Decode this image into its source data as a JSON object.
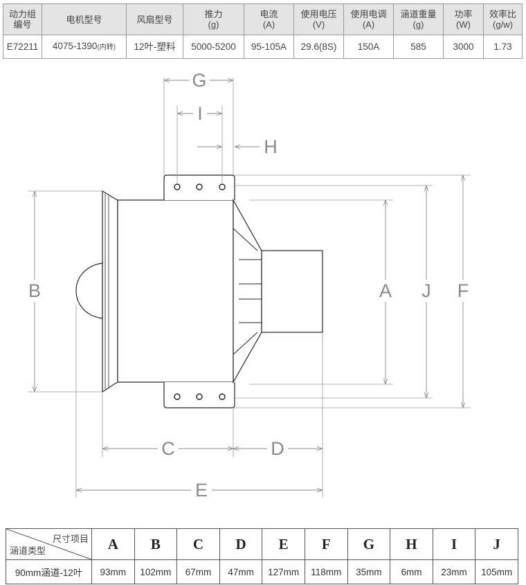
{
  "spec_table": {
    "headers": [
      {
        "line1": "动力组",
        "line2": "编号"
      },
      {
        "line1": "电机型号",
        "line2": ""
      },
      {
        "line1": "风扇型号",
        "line2": ""
      },
      {
        "line1": "推力",
        "line2": "(g)"
      },
      {
        "line1": "电流",
        "line2": "(A)"
      },
      {
        "line1": "使用电压",
        "line2": "(V)"
      },
      {
        "line1": "使用电调",
        "line2": "(A)"
      },
      {
        "line1": "涵道重量",
        "line2": "(g)"
      },
      {
        "line1": "功率",
        "line2": "(W)"
      },
      {
        "line1": "效率比",
        "line2": "(g/w)"
      }
    ],
    "row": {
      "code": "E72211",
      "motor": "4075-1390",
      "motor_note": "(内转)",
      "fan": "12叶-塑料",
      "thrust": "5000-5200",
      "current": "95-105A",
      "voltage": "29.6(8S)",
      "esc": "150A",
      "weight": "585",
      "power": "3000",
      "efficiency": "1.73"
    }
  },
  "drawing": {
    "labels": {
      "A": "A",
      "B": "B",
      "C": "C",
      "D": "D",
      "E": "E",
      "F": "F",
      "G": "G",
      "H": "H",
      "I": "I",
      "J": "J"
    }
  },
  "dim_table": {
    "corner_top": "尺寸项目",
    "corner_bottom": "涵道类型",
    "headers": [
      "A",
      "B",
      "C",
      "D",
      "E",
      "F",
      "G",
      "H",
      "I",
      "J"
    ],
    "row_label": "90mm涵道-12叶",
    "values": [
      "93mm",
      "102mm",
      "67mm",
      "47mm",
      "127mm",
      "118mm",
      "35mm",
      "6mm",
      "23mm",
      "105mm"
    ]
  }
}
